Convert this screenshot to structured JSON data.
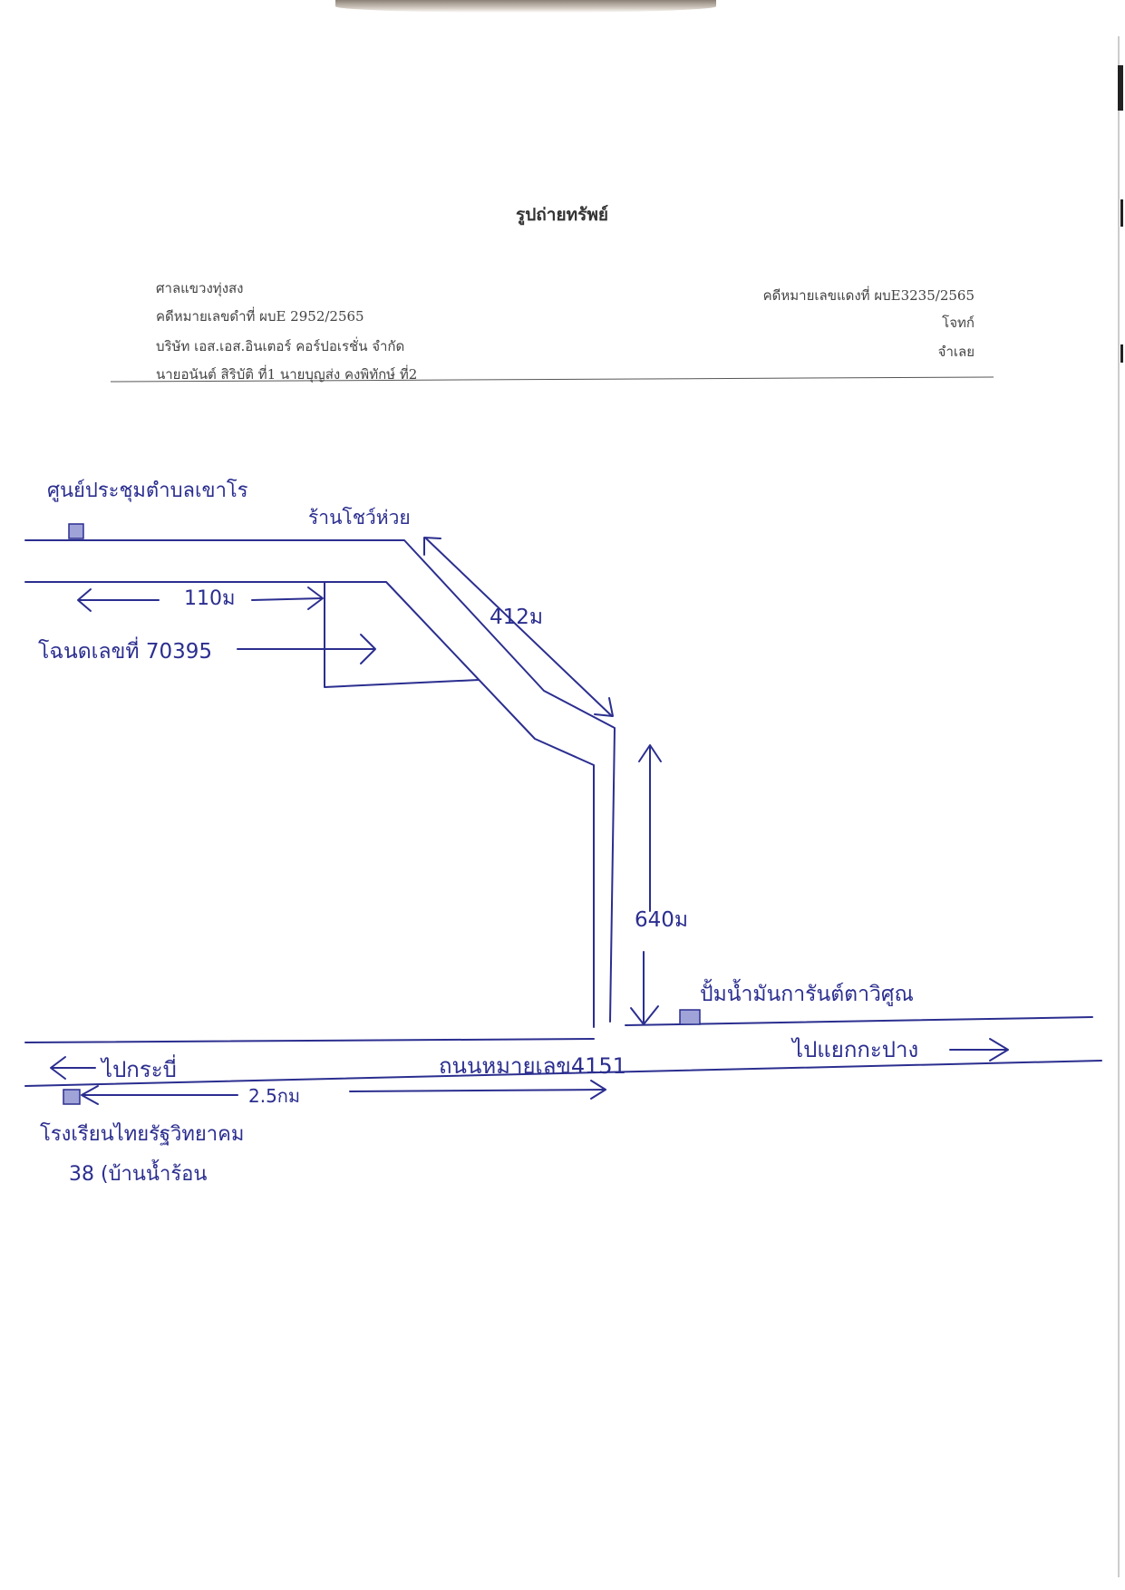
{
  "document": {
    "title": "รูปถ่ายทรัพย์",
    "court": "ศาลแขวงทุ่งสง",
    "black_case_no": "คดีหมายเลขดำที่ ผบE 2952/2565",
    "plaintiff_name": "บริษัท เอส.เอส.อินเตอร์ คอร์ปอเรชั่น จำกัด",
    "defendant_names": "นายอนันต์ สิริบัติ ที่1 นายบุญส่ง คงพิทักษ์ ที่2",
    "red_case_no": "คดีหมายเลขแดงที่ ผบE3235/2565",
    "plaintiff_label": "โจทก์",
    "defendant_label": "จำเลย"
  },
  "sketch": {
    "landmark_meeting_center": "ศูนย์ประชุมตำบลเขาโร",
    "landmark_shop": "ร้านโชว์ห่วย",
    "distance_110": "110ม",
    "title_deed": "โฉนดเลขที่ 70395",
    "distance_412": "412ม",
    "distance_640": "640ม",
    "landmark_gas_station": "ปั้มน้ำมันการันต์ตาวิศูณ",
    "to_krabi": "ไปกระบี่",
    "road_label": "ถนนหมายเลข4151",
    "to_junction": "ไปแยกกะปาง",
    "distance_2_5": "2.5กม",
    "school_line1": "โรงเรียนไทยรัฐวิทยาคม",
    "school_line2": "38 (บ้านน้ำร้อน"
  },
  "colors": {
    "ink": "#2b2e8f",
    "print": "#444444"
  }
}
